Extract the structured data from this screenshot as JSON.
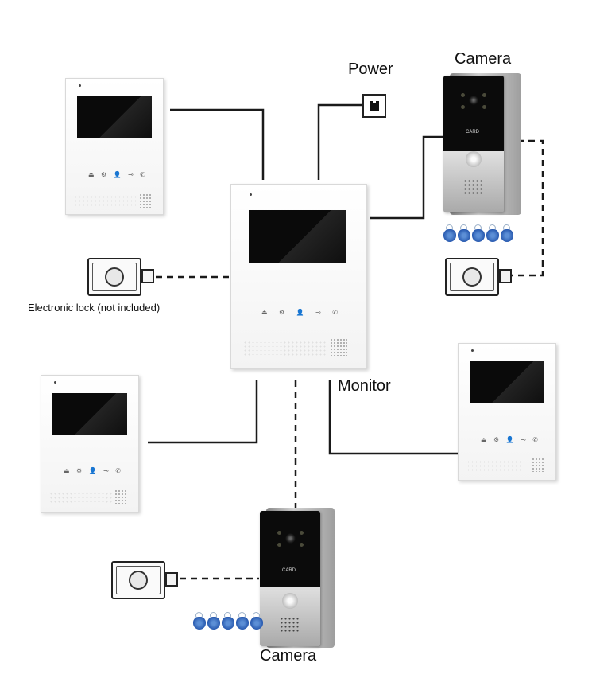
{
  "labels": {
    "power": "Power",
    "camera_top": "Camera",
    "camera_bottom": "Camera",
    "monitor": "Monitor",
    "lock_note": "Electronic lock (not included)"
  },
  "monitor_buttons": [
    "⏏",
    "⚙",
    "👤",
    "⊸",
    "✆"
  ],
  "camera_card_text": "CARD",
  "colors": {
    "wire": "#1a1a1a",
    "fob": "#2356b0"
  }
}
